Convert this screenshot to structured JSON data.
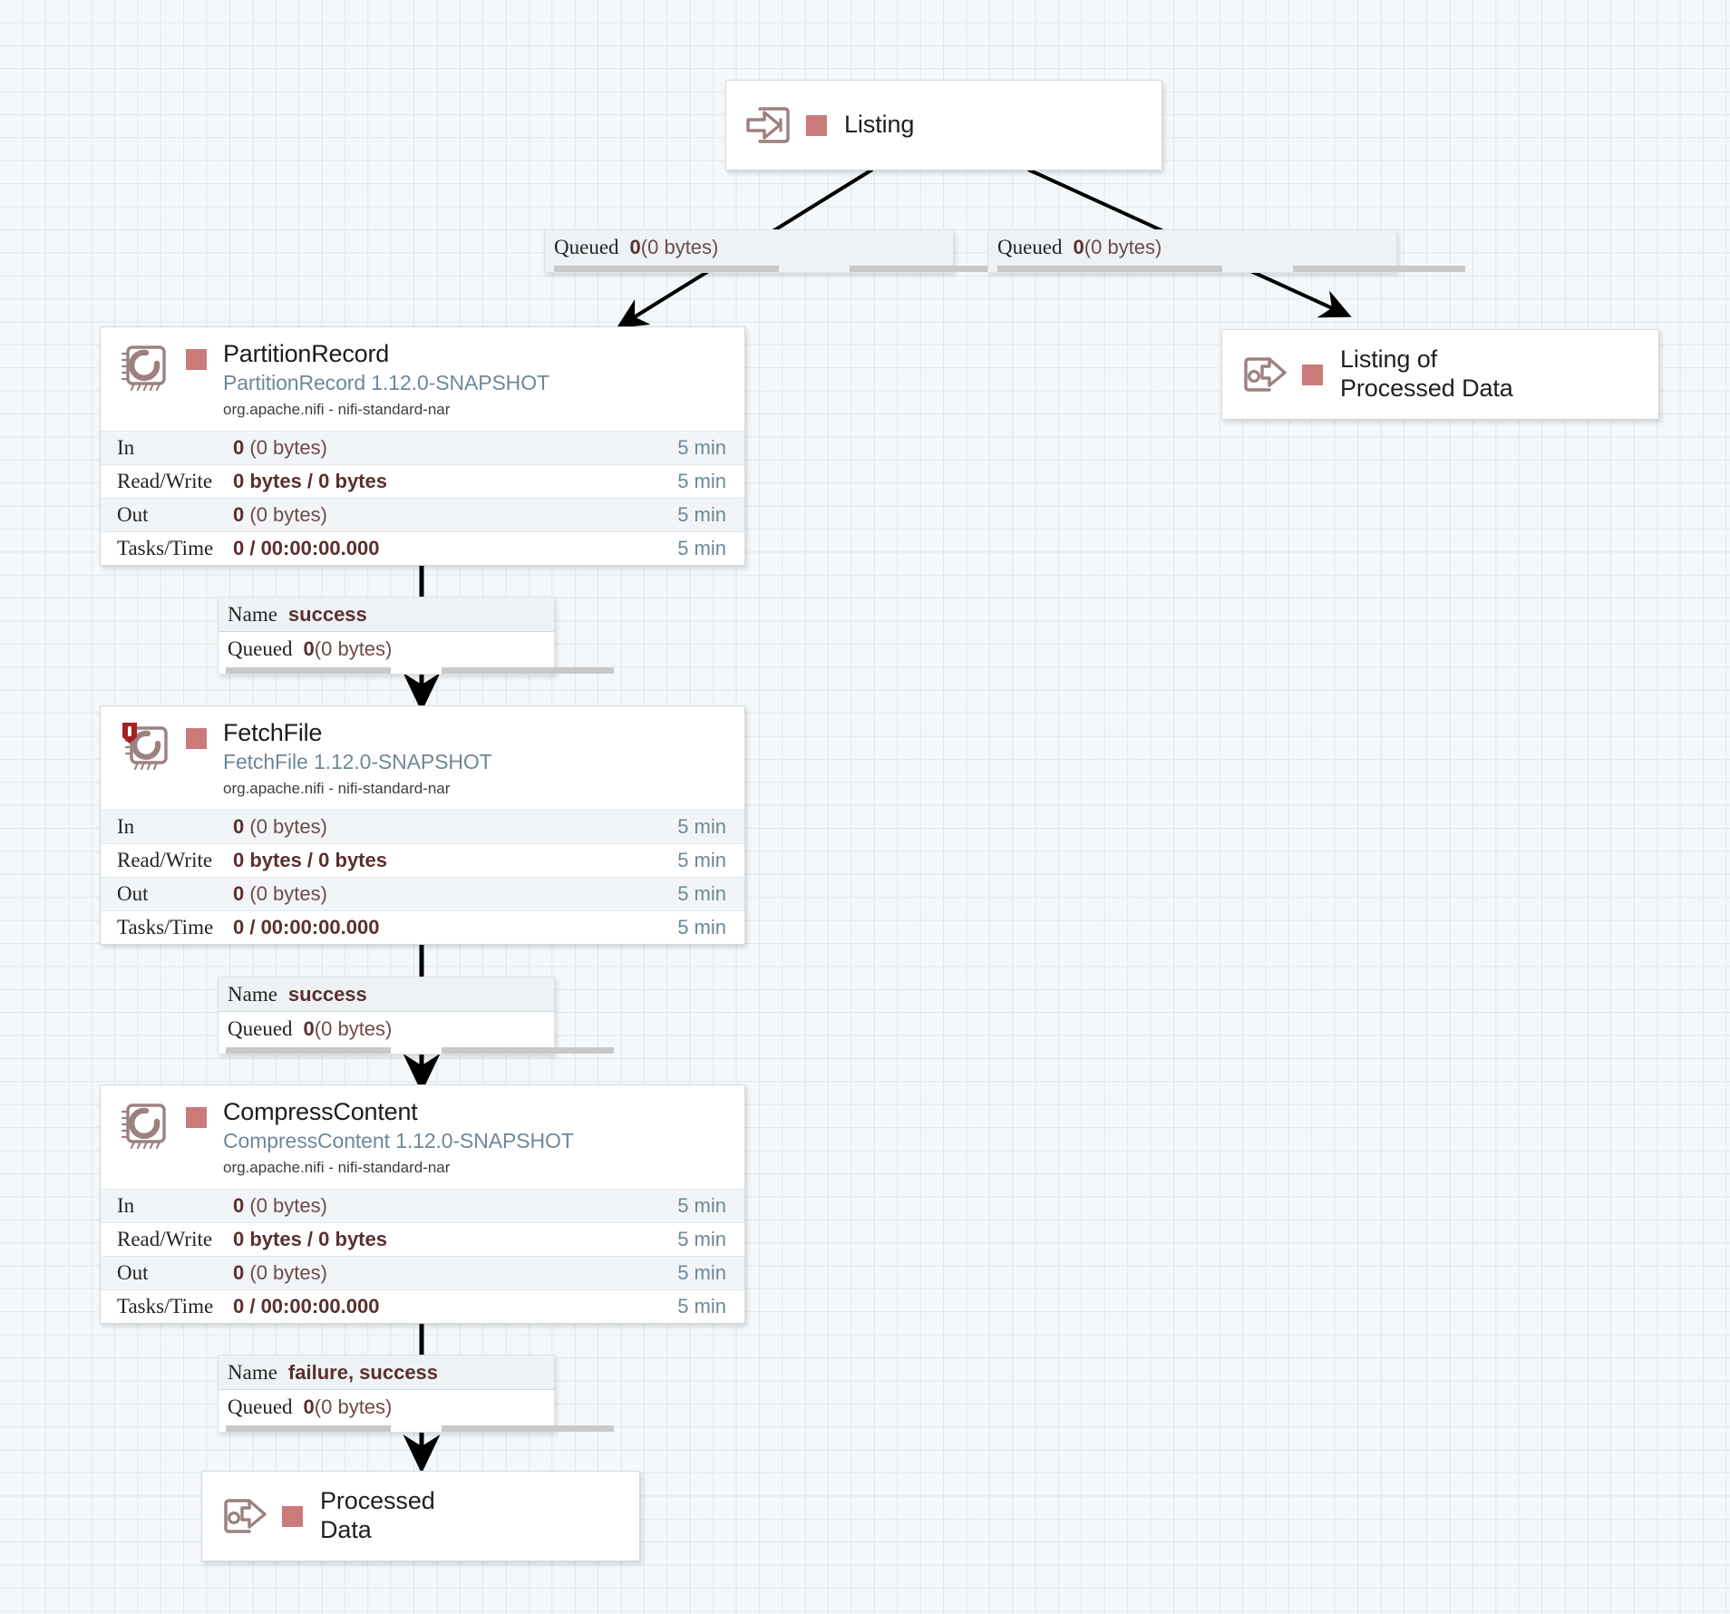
{
  "canvas": {
    "background_color": "#f5f8fa",
    "grid_color": "#dfe7e8",
    "accent_color": "#cb7a7a",
    "icon_color": "#9d8080",
    "link_color": "#6d8898"
  },
  "nodes": {
    "listing_input_port": {
      "kind": "input-port",
      "icon": "input-port-icon",
      "label": "Listing"
    },
    "listing_of_processed_data_port": {
      "kind": "output-port",
      "icon": "output-port-icon",
      "label": "Listing of\nProcessed Data"
    },
    "processed_data_port": {
      "kind": "output-port",
      "icon": "output-port-icon",
      "label": "Processed\nData"
    },
    "partition_record": {
      "kind": "processor",
      "icon": "processor-icon",
      "name": "PartitionRecord",
      "type": "PartitionRecord 1.12.0-SNAPSHOT",
      "bundle": "org.apache.nifi - nifi-standard-nar",
      "has_badge": false,
      "stats": [
        {
          "label": "In",
          "value": "0",
          "suffix": " (0 bytes)",
          "time": "5 min"
        },
        {
          "label": "Read/Write",
          "value": "0 bytes / 0 bytes",
          "suffix": "",
          "time": "5 min"
        },
        {
          "label": "Out",
          "value": "0",
          "suffix": " (0 bytes)",
          "time": "5 min"
        },
        {
          "label": "Tasks/Time",
          "value": "0 / 00:00:00.000",
          "suffix": "",
          "time": "5 min"
        }
      ]
    },
    "fetch_file": {
      "kind": "processor",
      "icon": "processor-icon",
      "name": "FetchFile",
      "type": "FetchFile 1.12.0-SNAPSHOT",
      "bundle": "org.apache.nifi - nifi-standard-nar",
      "has_badge": true,
      "badge": "restricted-shield-icon",
      "stats": [
        {
          "label": "In",
          "value": "0",
          "suffix": " (0 bytes)",
          "time": "5 min"
        },
        {
          "label": "Read/Write",
          "value": "0 bytes / 0 bytes",
          "suffix": "",
          "time": "5 min"
        },
        {
          "label": "Out",
          "value": "0",
          "suffix": " (0 bytes)",
          "time": "5 min"
        },
        {
          "label": "Tasks/Time",
          "value": "0 / 00:00:00.000",
          "suffix": "",
          "time": "5 min"
        }
      ]
    },
    "compress_content": {
      "kind": "processor",
      "icon": "processor-icon",
      "name": "CompressContent",
      "type": "CompressContent 1.12.0-SNAPSHOT",
      "bundle": "org.apache.nifi - nifi-standard-nar",
      "has_badge": false,
      "stats": [
        {
          "label": "In",
          "value": "0",
          "suffix": " (0 bytes)",
          "time": "5 min"
        },
        {
          "label": "Read/Write",
          "value": "0 bytes / 0 bytes",
          "suffix": "",
          "time": "5 min"
        },
        {
          "label": "Out",
          "value": "0",
          "suffix": " (0 bytes)",
          "time": "5 min"
        },
        {
          "label": "Tasks/Time",
          "value": "0 / 00:00:00.000",
          "suffix": "",
          "time": "5 min"
        }
      ]
    }
  },
  "connections": {
    "listing_to_partition_record": {
      "queued_key": "Queued",
      "queued_count": "0",
      "queued_size": "(0 bytes)"
    },
    "listing_to_listing_of_processed_data": {
      "queued_key": "Queued",
      "queued_count": "0",
      "queued_size": "(0 bytes)"
    },
    "partition_record_to_fetch_file": {
      "name_key": "Name",
      "name_value": "success",
      "queued_key": "Queued",
      "queued_count": "0",
      "queued_size": "(0 bytes)"
    },
    "fetch_file_to_compress_content": {
      "name_key": "Name",
      "name_value": "success",
      "queued_key": "Queued",
      "queued_count": "0",
      "queued_size": "(0 bytes)"
    },
    "compress_content_to_processed_data": {
      "name_key": "Name",
      "name_value": "failure, success",
      "queued_key": "Queued",
      "queued_count": "0",
      "queued_size": "(0 bytes)"
    }
  }
}
